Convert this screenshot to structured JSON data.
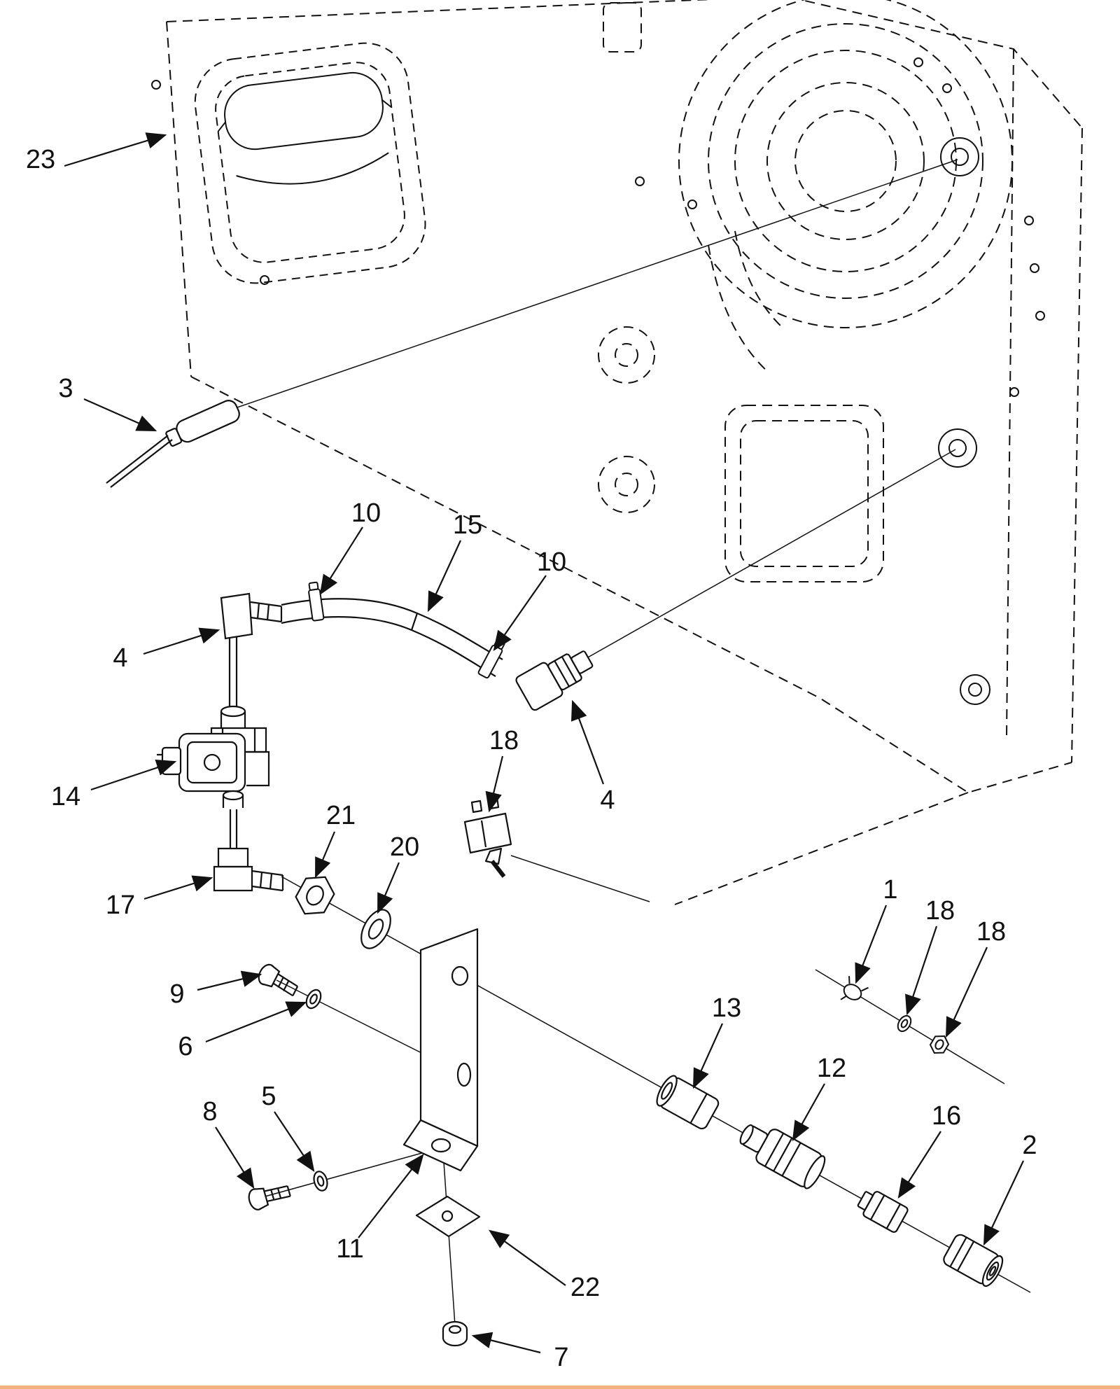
{
  "document": {
    "type": "exploded-parts-diagram",
    "background_color": "#ffffff",
    "line_color": "#111111",
    "bottom_rule_color": "#f2b27d"
  },
  "callouts": [
    {
      "label": "23"
    },
    {
      "label": "3"
    },
    {
      "label": "10"
    },
    {
      "label": "15"
    },
    {
      "label": "10"
    },
    {
      "label": "4"
    },
    {
      "label": "18"
    },
    {
      "label": "4"
    },
    {
      "label": "14"
    },
    {
      "label": "21"
    },
    {
      "label": "20"
    },
    {
      "label": "17"
    },
    {
      "label": "1"
    },
    {
      "label": "18"
    },
    {
      "label": "18"
    },
    {
      "label": "9"
    },
    {
      "label": "6"
    },
    {
      "label": "13"
    },
    {
      "label": "12"
    },
    {
      "label": "8"
    },
    {
      "label": "5"
    },
    {
      "label": "16"
    },
    {
      "label": "2"
    },
    {
      "label": "11"
    },
    {
      "label": "22"
    },
    {
      "label": "7"
    }
  ]
}
